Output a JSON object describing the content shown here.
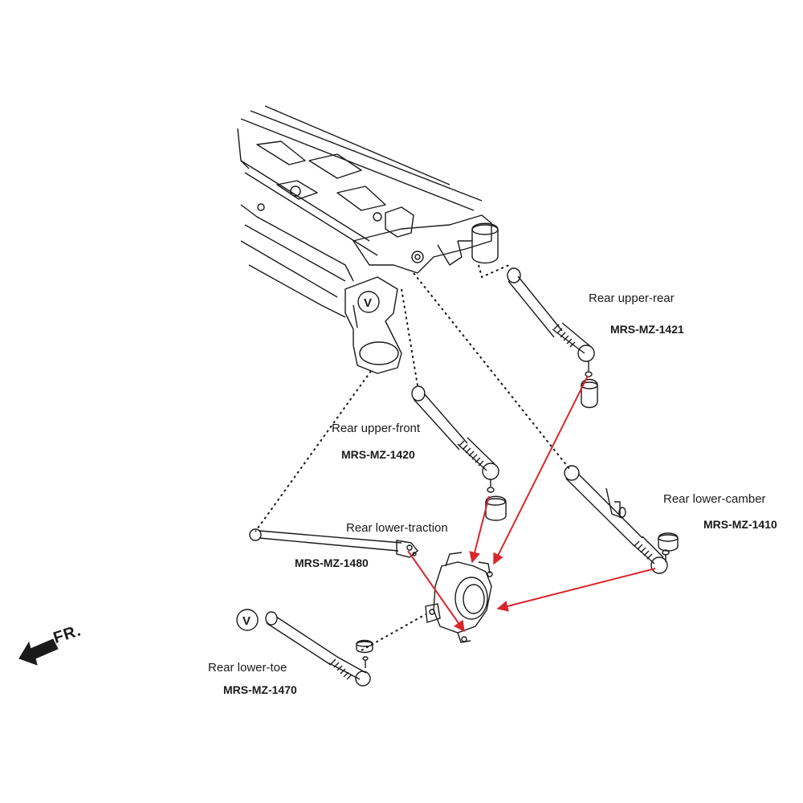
{
  "labels": {
    "upper_rear": {
      "name": "Rear upper-rear",
      "code": "MRS-MZ-1421"
    },
    "upper_front": {
      "name": "Rear upper-front",
      "code": "MRS-MZ-1420"
    },
    "lower_camber": {
      "name": "Rear lower-camber",
      "code": "MRS-MZ-1410"
    },
    "lower_traction": {
      "name": "Rear lower-traction",
      "code": "MRS-MZ-1480"
    },
    "lower_toe": {
      "name": "Rear lower-toe",
      "code": "MRS-MZ-1470"
    }
  },
  "direction": "FR.",
  "marker": "V",
  "colors": {
    "line": "#1a1a1a",
    "arrow": "#d9262c",
    "background": "#ffffff"
  }
}
